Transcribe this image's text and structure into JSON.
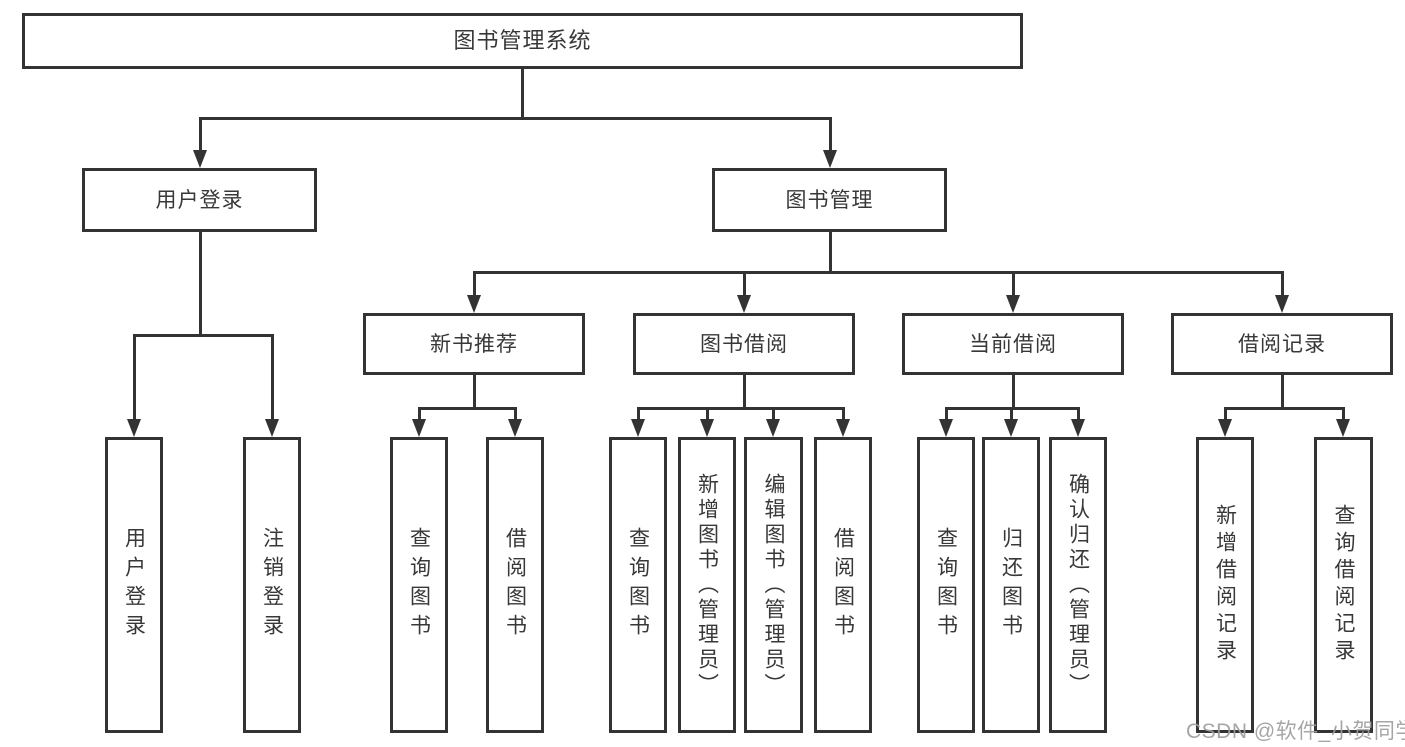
{
  "nodes": {
    "root": "图书管理系统",
    "user_login": "用户登录",
    "book_mgmt": "图书管理",
    "new_book_rec": "新书推荐",
    "book_borrow": "图书借阅",
    "current_borrow": "当前借阅",
    "borrow_records": "借阅记录",
    "ul_user_login": "用户登录",
    "ul_logout": "注销登录",
    "nbr_query_books": "查询图书",
    "nbr_borrow_books": "借阅图书",
    "bb_query_books": "查询图书",
    "bb_add_books": "新增图书（管理员）",
    "bb_edit_books": "编辑图书（管理员）",
    "bb_borrow_books": "借阅图书",
    "cb_query_books": "查询图书",
    "cb_return_books": "归还图书",
    "cb_confirm_return": "确认归还（管理员）",
    "br_add_record": "新增借阅记录",
    "br_query_record": "查询借阅记录"
  },
  "hierarchy": {
    "图书管理系统": {
      "用户登录": [
        "用户登录",
        "注销登录"
      ],
      "图书管理": {
        "新书推荐": [
          "查询图书",
          "借阅图书"
        ],
        "图书借阅": [
          "查询图书",
          "新增图书（管理员）",
          "编辑图书（管理员）",
          "借阅图书"
        ],
        "当前借阅": [
          "查询图书",
          "归还图书",
          "确认归还（管理员）"
        ],
        "借阅记录": [
          "新增借阅记录",
          "查询借阅记录"
        ]
      }
    }
  },
  "watermark": "CSDN @软件_小贺同学",
  "colors": {
    "line": "#333333",
    "box_fill": "#ffffff",
    "text": "#383838",
    "watermark": "#9e9e9e",
    "background": "#ffffff"
  }
}
